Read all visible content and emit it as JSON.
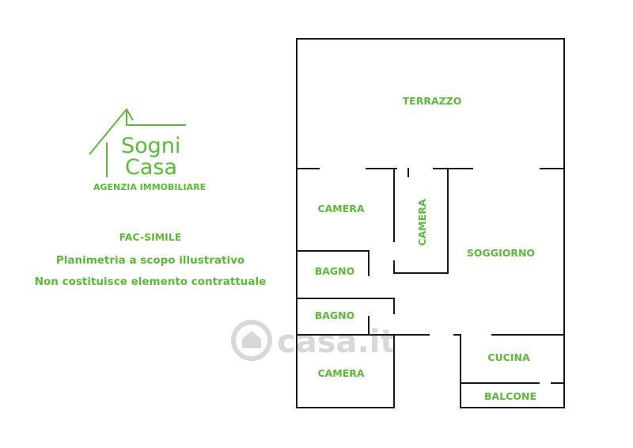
{
  "colors": {
    "accent": "#5cb83a",
    "wall": "#1a1a1a",
    "watermark": "#d8d8d8"
  },
  "logo": {
    "line1": "Sogni",
    "line2": "Casa",
    "agency": "AGENZIA IMMOBILIARE",
    "icon": "house-roof-icon"
  },
  "disclaimer": {
    "title": "FAC-SIMILE",
    "line1": "Planimetria a scopo illustrativo",
    "line2": "Non costituisce elemento contrattuale"
  },
  "rooms": {
    "terrazzo": "TERRAZZO",
    "camera_top": "CAMERA",
    "camera_corridor": "CAMERA",
    "soggiorno": "SOGGIORNO",
    "bagno_1": "BAGNO",
    "bagno_2": "BAGNO",
    "camera_bottom": "CAMERA",
    "cucina": "CUCINA",
    "balcone": "BALCONE"
  },
  "watermark": {
    "text": "casa.it",
    "icon": "house-circle-icon"
  }
}
